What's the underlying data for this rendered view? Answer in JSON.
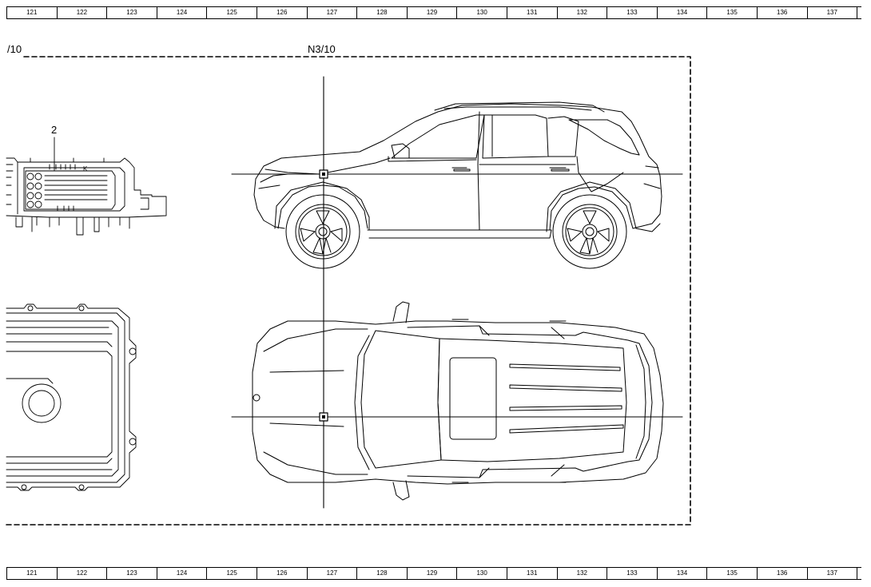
{
  "ruler": {
    "cells": [
      "121",
      "122",
      "123",
      "124",
      "125",
      "126",
      "127",
      "128",
      "129",
      "130",
      "131",
      "132",
      "133",
      "134",
      "135",
      "136",
      "137"
    ]
  },
  "labels": {
    "zone_left": "/10",
    "zone_main": "N3/10",
    "callout_number": "2",
    "connector_letter": "K"
  }
}
